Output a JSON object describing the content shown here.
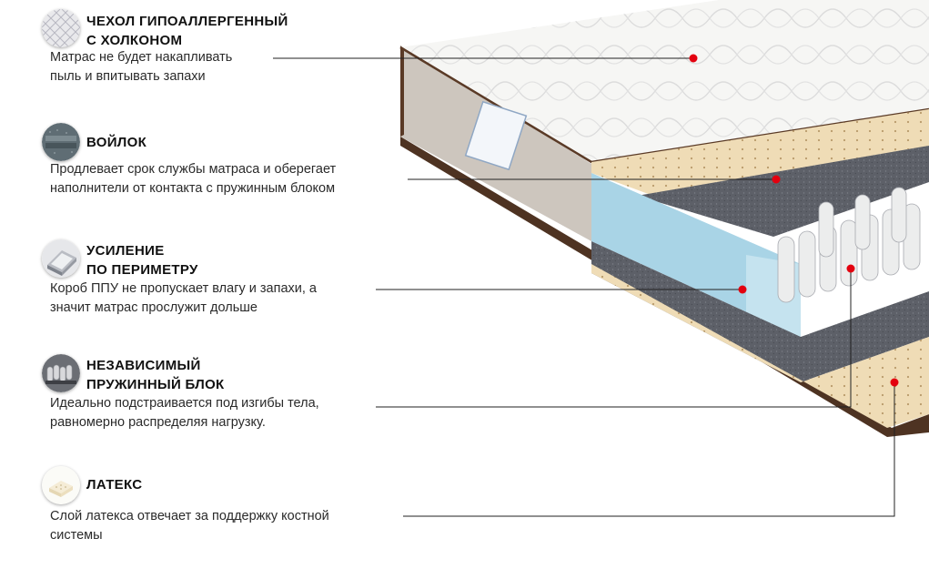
{
  "features": [
    {
      "icon": "quilted-fabric-icon",
      "title_line1": "ЧЕХОЛ ГИПОАЛЛЕРГЕННЫЙ",
      "title_line2": "С ХОЛКОНОМ",
      "desc_line1": "Матрас не будет накапливать",
      "desc_line2": "пыль и впитывать запахи"
    },
    {
      "icon": "felt-layer-icon",
      "title_line1": "ВОЙЛОК",
      "title_line2": "",
      "desc_line1": "Продлевает срок службы матраса  и оберегает",
      "desc_line2": "наполнители от контакта с пружинным блоком"
    },
    {
      "icon": "perimeter-frame-icon",
      "title_line1": "УСИЛЕНИЕ",
      "title_line2": "ПО ПЕРИМЕТРУ",
      "desc_line1": "Короб ППУ не пропускает влагу и запахи, а",
      "desc_line2": "значит матрас прослужит дольше"
    },
    {
      "icon": "spring-block-icon",
      "title_line1": "НЕЗАВИСИМЫЙ",
      "title_line2": "ПРУЖИННЫЙ БЛОК",
      "desc_line1": "Идеально подстраивается под изгибы тела,",
      "desc_line2": "равномерно распределяя нагрузку."
    },
    {
      "icon": "latex-foam-icon",
      "title_line1": "ЛАТЕКС",
      "title_line2": "",
      "desc_line1": "Слой латекса отвечает за поддержку костной",
      "desc_line2": "системы"
    }
  ],
  "colors": {
    "marker": "#e3000f",
    "leader_line": "#222222",
    "cover": "#f4f4f2",
    "latex": "#efdcb6",
    "felt": "#5d6068",
    "foam": "#a9d4e6",
    "side": "#cfc8c0",
    "base": "#5a3a26"
  }
}
